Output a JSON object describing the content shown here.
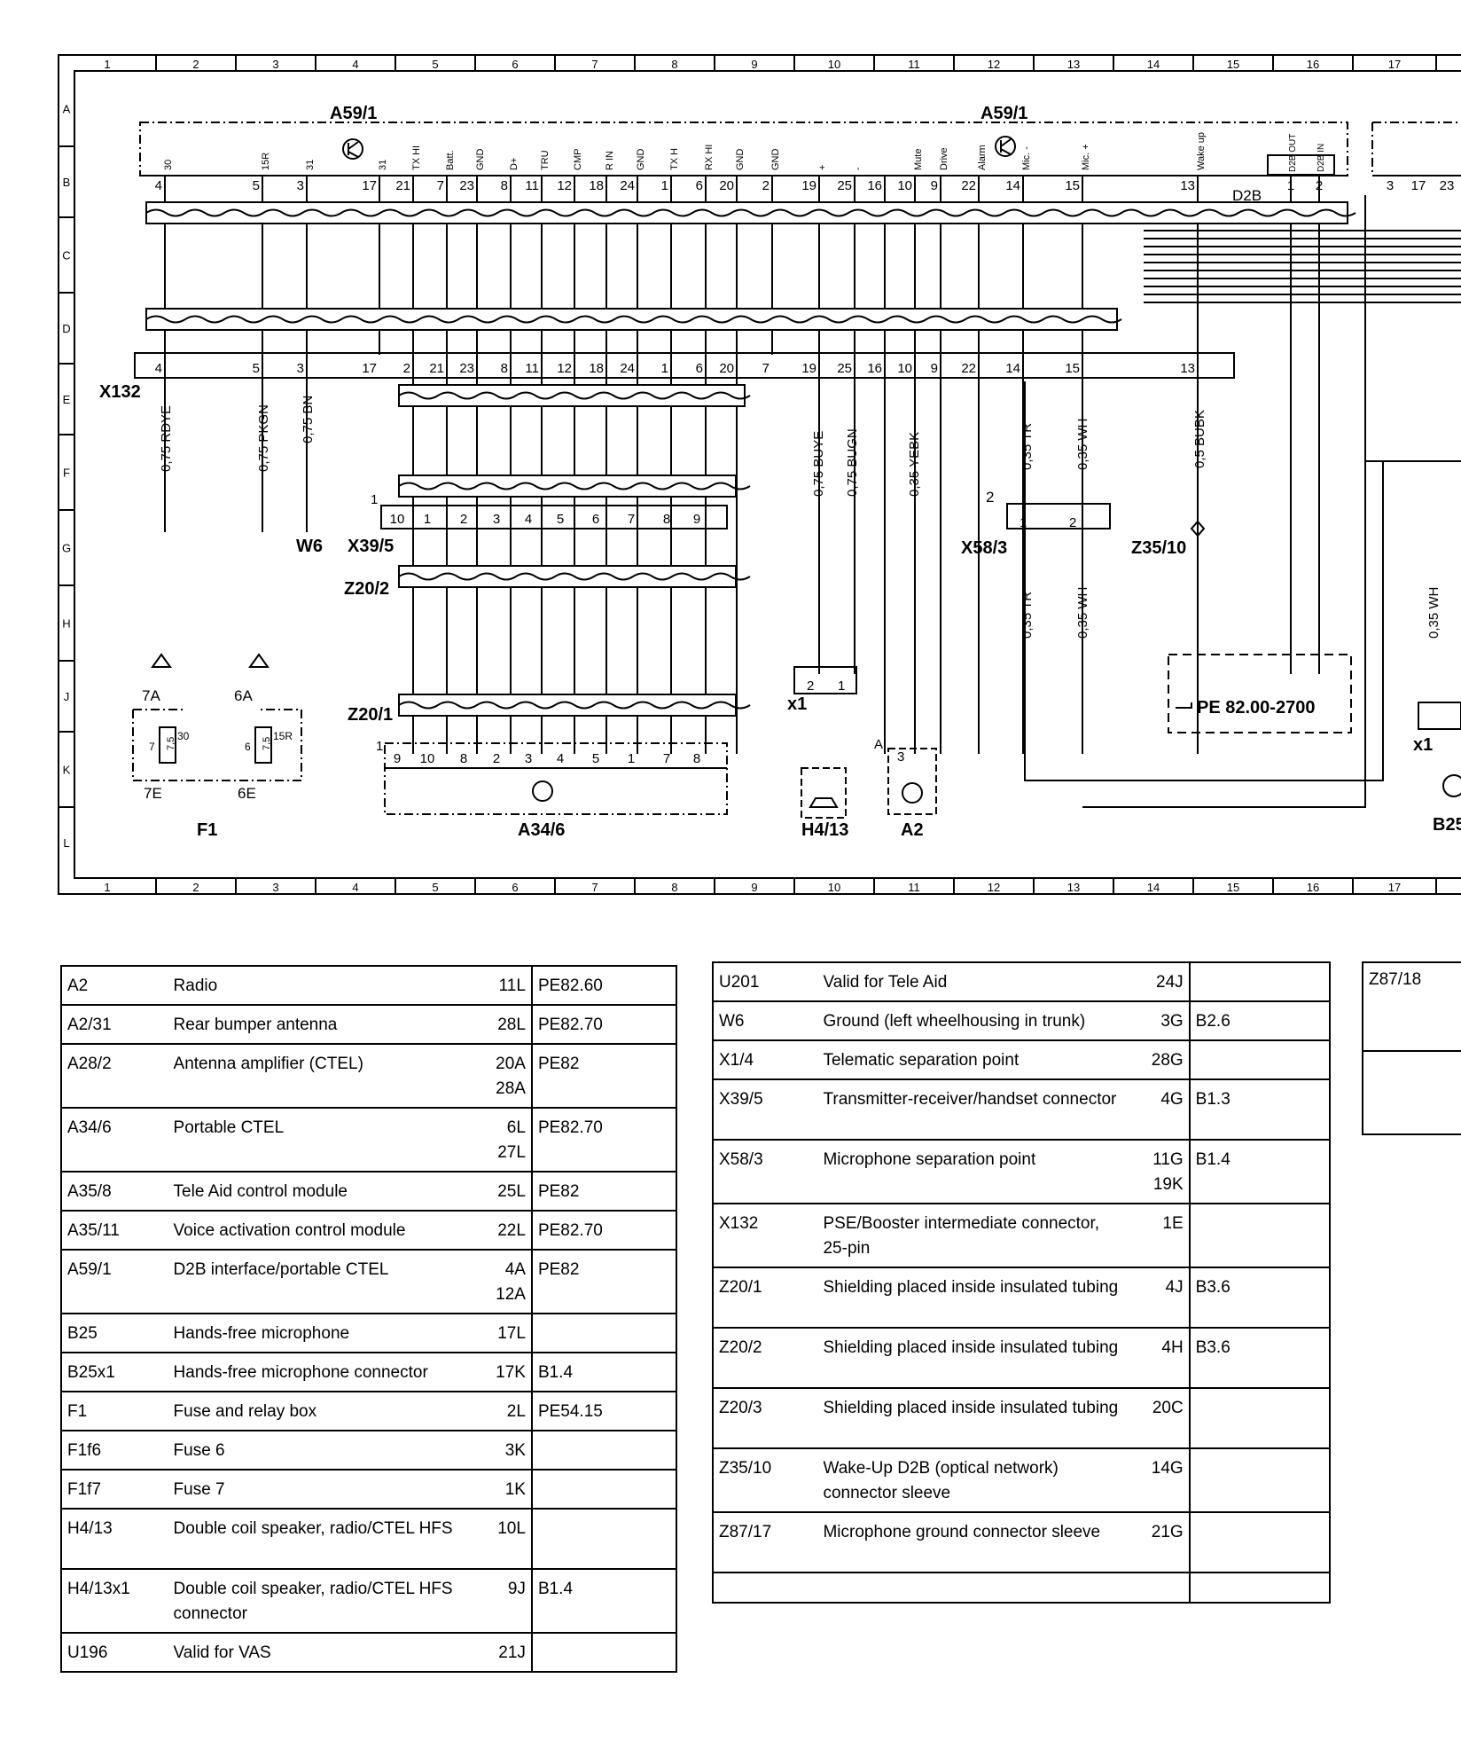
{
  "grid": {
    "columns": [
      "1",
      "2",
      "3",
      "4",
      "5",
      "6",
      "7",
      "8",
      "9",
      "10",
      "11",
      "12",
      "13",
      "14",
      "15",
      "16",
      "17"
    ],
    "rows": [
      "A",
      "B",
      "C",
      "D",
      "E",
      "F",
      "G",
      "H",
      "J",
      "K",
      "L"
    ]
  },
  "components": {
    "a59_1_left": "A59/1",
    "a59_1_right": "A59/1",
    "x132": "X132",
    "x39_5": "X39/5",
    "z20_2": "Z20/2",
    "z20_1": "Z20/1",
    "a34_6": "A34/6",
    "f1": "F1",
    "w6": "W6",
    "x1_left": "x1",
    "x1_right": "x1",
    "h4_13": "H4/13",
    "a2": "A2",
    "x58_3": "X58/3",
    "z35_10": "Z35/10",
    "d2b": "D2B",
    "pe_ref": "PE 82.00-2700",
    "b25_partial": "B25",
    "fuse_7a": "7A",
    "fuse_6a": "6A",
    "fuse_7e": "7E",
    "fuse_6e": "6E",
    "fuse_30": "30",
    "fuse_15r": "15R",
    "fuse_7": "7",
    "fuse_6": "6",
    "fuse_75a": "7,5",
    "fuse_75b": "7,5",
    "mark_1a": "1",
    "mark_1b": "1",
    "mark_2": "2",
    "mark_a": "A",
    "h4_pins": [
      "2",
      "1"
    ],
    "a2_pin": "3",
    "x58_pins": [
      "1",
      "2"
    ]
  },
  "a59_pins_top": [
    {
      "pin": "4",
      "label": "30"
    },
    {
      "pin": "5",
      "label": "15R"
    },
    {
      "pin": "3",
      "label": "31"
    },
    {
      "pin": "17",
      "label": "31"
    },
    {
      "pin": "21",
      "label": "TX HI"
    },
    {
      "pin": "7",
      "label": "Batt."
    },
    {
      "pin": "23",
      "label": "GND"
    },
    {
      "pin": "8",
      "label": "D+"
    },
    {
      "pin": "11",
      "label": "TRU"
    },
    {
      "pin": "12",
      "label": "CMP"
    },
    {
      "pin": "18",
      "label": "R IN"
    },
    {
      "pin": "24",
      "label": "GND"
    },
    {
      "pin": "1",
      "label": "TX H"
    },
    {
      "pin": "6",
      "label": "RX HI"
    },
    {
      "pin": "20",
      "label": "GND"
    },
    {
      "pin": "2",
      "label": "GND"
    },
    {
      "pin": "19",
      "label": "+"
    },
    {
      "pin": "25",
      "label": "-"
    },
    {
      "pin": "16",
      "label": ""
    },
    {
      "pin": "10",
      "label": "Mute"
    },
    {
      "pin": "9",
      "label": "Drive"
    },
    {
      "pin": "22",
      "label": "Alarm"
    },
    {
      "pin": "14",
      "label": "Mic. -"
    },
    {
      "pin": "15",
      "label": "Mic. +"
    },
    {
      "pin": "13",
      "label": "Wake up"
    }
  ],
  "d2b_pins": [
    {
      "pin": "1",
      "label": "D2B OUT"
    },
    {
      "pin": "2",
      "label": "D2B IN"
    }
  ],
  "right_partial_pins": [
    "3",
    "17",
    "23"
  ],
  "x132_pins": [
    "4",
    "5",
    "3",
    "17",
    "2",
    "21",
    "23",
    "8",
    "11",
    "12",
    "18",
    "24",
    "1",
    "6",
    "20",
    "7",
    "19",
    "25",
    "16",
    "10",
    "9",
    "22",
    "14",
    "15",
    "13"
  ],
  "x39_5_pins": [
    "10",
    "1",
    "2",
    "3",
    "4",
    "5",
    "6",
    "7",
    "8",
    "9"
  ],
  "a34_6_pins": [
    "9",
    "10",
    "8",
    "2",
    "3",
    "4",
    "5",
    "1",
    "7",
    "8"
  ],
  "wires": [
    {
      "id": "w1",
      "label": "0,75 RDYE"
    },
    {
      "id": "w2",
      "label": "0,75 PKGN"
    },
    {
      "id": "w3",
      "label": "0,75 BN"
    },
    {
      "id": "w4",
      "label": "0,75 BUYE"
    },
    {
      "id": "w5",
      "label": "0,75 BUGN"
    },
    {
      "id": "w6",
      "label": "0,35 YEBK"
    },
    {
      "id": "w7",
      "label": "0,35 TR"
    },
    {
      "id": "w8",
      "label": "0,35 WH"
    },
    {
      "id": "w9",
      "label": "0,5 BUBK"
    },
    {
      "id": "w10",
      "label": "0,35 TR"
    },
    {
      "id": "w11",
      "label": "0,35 WH"
    },
    {
      "id": "w12",
      "label": "0,35 WH"
    }
  ],
  "table1": [
    {
      "code": "A2",
      "desc": "Radio",
      "loc": "11L",
      "ref": "PE82.60"
    },
    {
      "code": "A2/31",
      "desc": "Rear bumper antenna",
      "loc": "28L",
      "ref": "PE82.70"
    },
    {
      "code": "A28/2",
      "desc": "Antenna amplifier (CTEL)",
      "loc": "20A\n28A",
      "ref": "PE82"
    },
    {
      "code": "A34/6",
      "desc": "Portable CTEL",
      "loc": "6L\n27L",
      "ref": "PE82.70"
    },
    {
      "code": "A35/8",
      "desc": "Tele Aid control module",
      "loc": "25L",
      "ref": "PE82"
    },
    {
      "code": "A35/11",
      "desc": "Voice activation control module",
      "loc": "22L",
      "ref": "PE82.70"
    },
    {
      "code": "A59/1",
      "desc": "D2B interface/portable CTEL",
      "loc": "4A\n12A",
      "ref": "PE82"
    },
    {
      "code": "B25",
      "desc": "Hands-free microphone",
      "loc": "17L",
      "ref": ""
    },
    {
      "code": "B25x1",
      "desc": "Hands-free microphone connector",
      "loc": "17K",
      "ref": "B1.4"
    },
    {
      "code": "F1",
      "desc": "Fuse and relay box",
      "loc": "2L",
      "ref": "PE54.15"
    },
    {
      "code": "F1f6",
      "desc": "Fuse 6",
      "loc": "3K",
      "ref": ""
    },
    {
      "code": "F1f7",
      "desc": "Fuse 7",
      "loc": "1K",
      "ref": ""
    },
    {
      "code": "H4/13",
      "desc": "Double coil speaker, radio/CTEL HFS",
      "loc": "10L",
      "ref": ""
    },
    {
      "code": "H4/13x1",
      "desc": "Double coil speaker, radio/CTEL HFS connector",
      "loc": "9J",
      "ref": "B1.4"
    },
    {
      "code": "U196",
      "desc": "Valid for VAS",
      "loc": "21J",
      "ref": ""
    }
  ],
  "table2": [
    {
      "code": "U201",
      "desc": "Valid for Tele Aid",
      "loc": "24J",
      "ref": ""
    },
    {
      "code": "W6",
      "desc": "Ground (left wheelhousing in trunk)",
      "loc": "3G",
      "ref": "B2.6"
    },
    {
      "code": "X1/4",
      "desc": "Telematic separation point",
      "loc": "28G",
      "ref": ""
    },
    {
      "code": "X39/5",
      "desc": "Transmitter-receiver/handset connector",
      "loc": "4G",
      "ref": "B1.3"
    },
    {
      "code": "X58/3",
      "desc": "Microphone separation point",
      "loc": "11G\n19K",
      "ref": "B1.4"
    },
    {
      "code": "X132",
      "desc": "PSE/Booster intermediate connector, 25-pin",
      "loc": "1E",
      "ref": ""
    },
    {
      "code": "Z20/1",
      "desc": "Shielding placed inside insulated tubing",
      "loc": "4J",
      "ref": "B3.6"
    },
    {
      "code": "Z20/2",
      "desc": "Shielding placed inside insulated tubing",
      "loc": "4H",
      "ref": "B3.6"
    },
    {
      "code": "Z20/3",
      "desc": "Shielding placed inside insulated tubing",
      "loc": "20C",
      "ref": ""
    },
    {
      "code": "Z35/10",
      "desc": "Wake-Up D2B (optical network) connector sleeve",
      "loc": "14G",
      "ref": ""
    },
    {
      "code": "Z87/17",
      "desc": "Microphone ground connector sleeve",
      "loc": "21G",
      "ref": ""
    },
    {
      "code": "",
      "desc": "",
      "loc": "",
      "ref": ""
    }
  ],
  "table3": [
    {
      "code": "Z87/18"
    },
    {
      "code": ""
    }
  ]
}
